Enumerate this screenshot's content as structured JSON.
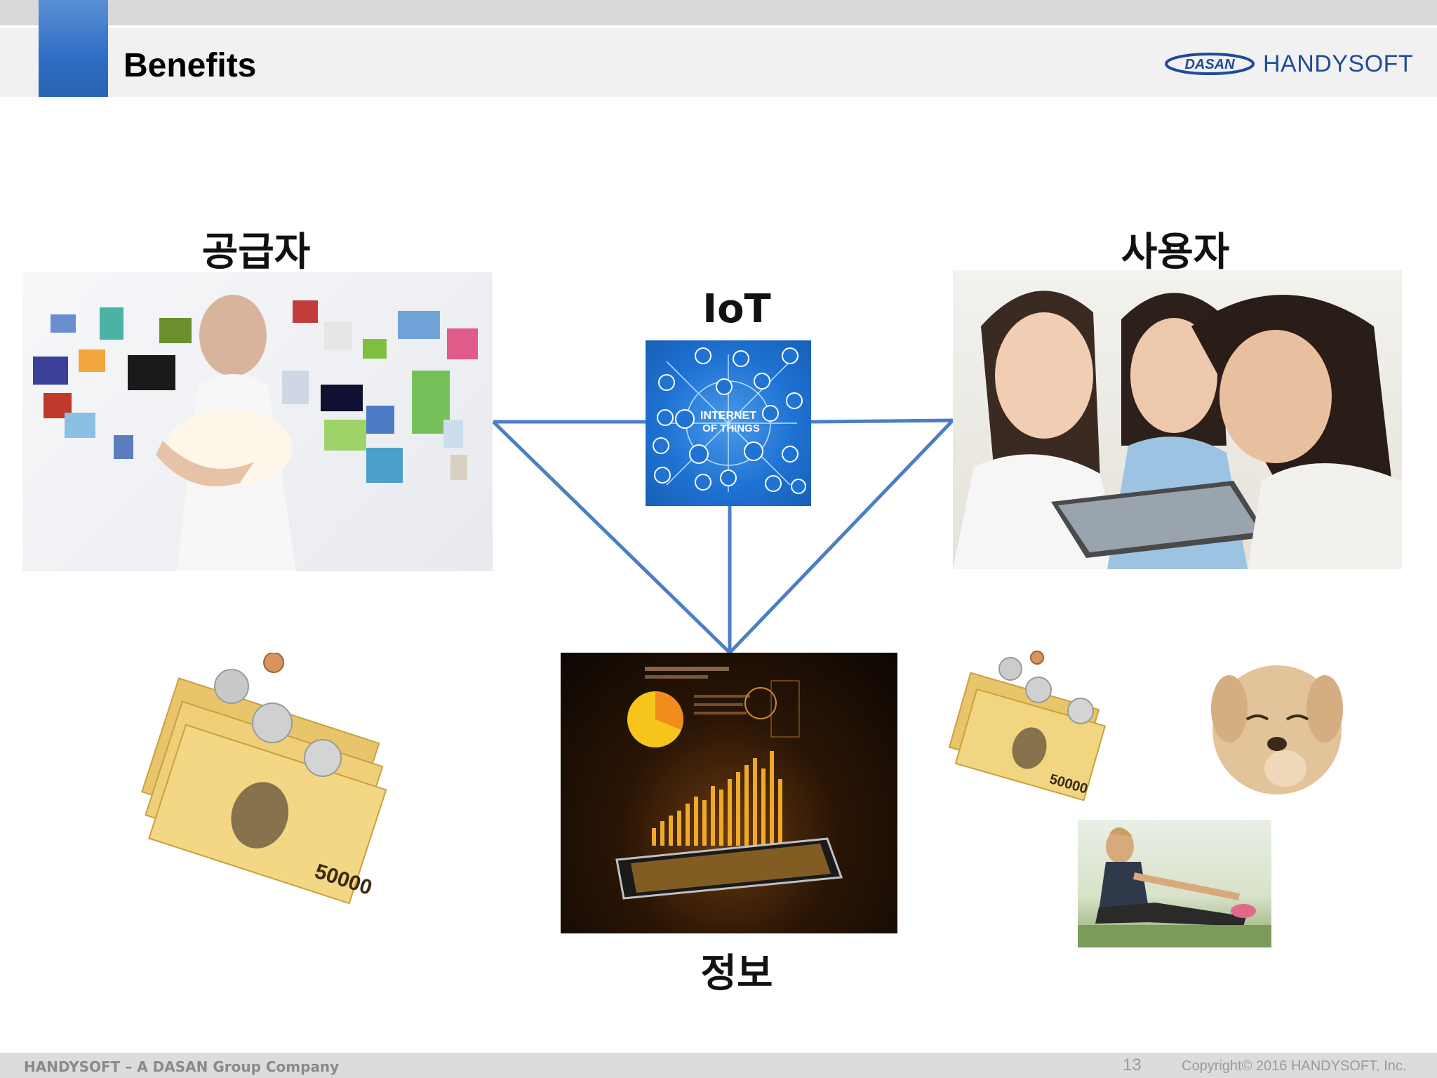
{
  "header": {
    "title": "Benefits",
    "logo_dasan": "DASAN",
    "logo_handysoft": "HANDYSOFT"
  },
  "diagram": {
    "supplier_label": "공급자",
    "iot_label": "IoT",
    "user_label": "사용자",
    "info_label": "정보",
    "iot_image_text_line1": "INTERNET",
    "iot_image_text_line2": "OF THINGS",
    "banknote_value": "50000",
    "line_color": "#4a7fc4"
  },
  "footer": {
    "company": "HANDYSOFT – A DASAN Group Company",
    "page_number": "13",
    "copyright": "Copyright© 2016 HANDYSOFT, Inc."
  }
}
